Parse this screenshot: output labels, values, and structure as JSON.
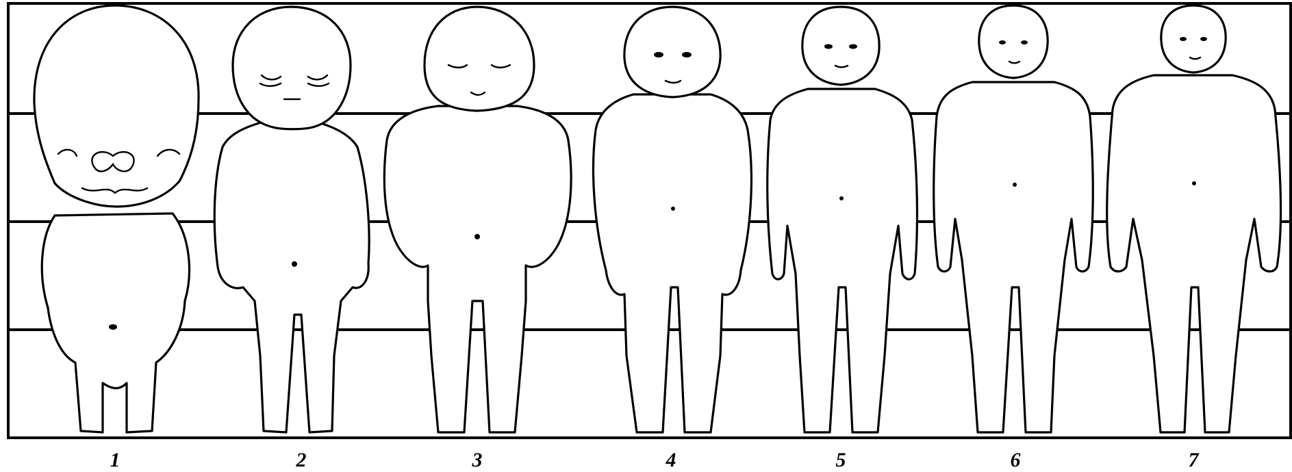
{
  "figures": [
    {
      "label": "1"
    },
    {
      "label": "2"
    },
    {
      "label": "3"
    },
    {
      "label": "4"
    },
    {
      "label": "5"
    },
    {
      "label": "6"
    },
    {
      "label": "7"
    }
  ],
  "colors": {
    "line": "#000000",
    "background": "#ffffff"
  }
}
